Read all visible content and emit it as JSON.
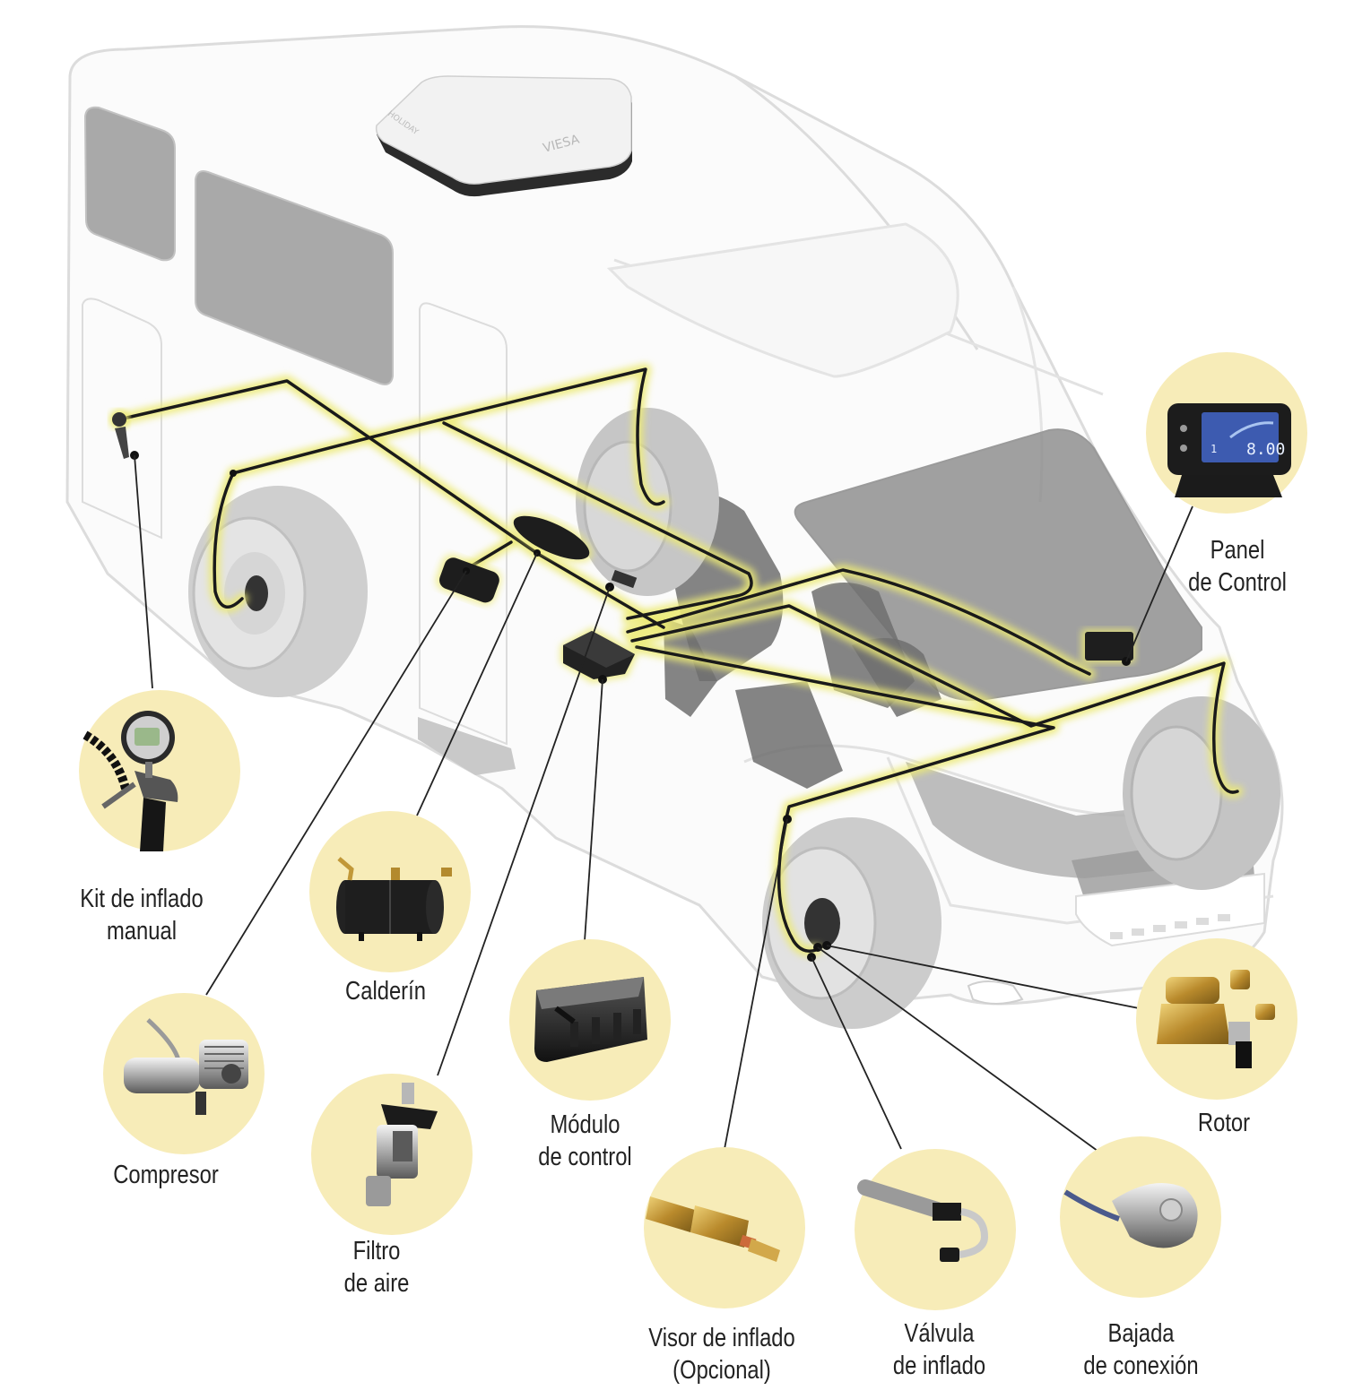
{
  "diagram": {
    "brand_text": "VIESA",
    "unit_text": "HOLIDAY",
    "display_value": "8.00",
    "display_small": "1",
    "colors": {
      "circle_fill": "#f7ecb8",
      "highlight": "#ecea74",
      "tube": "#1a1a1a",
      "van_outline": "#d7d7d7",
      "glass": "#9c9c9c",
      "label": "#222222"
    },
    "components": [
      {
        "id": "kit",
        "lines": [
          "Kit de inflado",
          "manual"
        ],
        "icon": "tire-inflator-gauge-icon"
      },
      {
        "id": "calderin",
        "lines": [
          "Calderín"
        ],
        "icon": "air-tank-icon"
      },
      {
        "id": "compresor",
        "lines": [
          "Compresor"
        ],
        "icon": "compressor-icon"
      },
      {
        "id": "filtro",
        "lines": [
          "Filtro",
          "de aire"
        ],
        "icon": "air-filter-icon"
      },
      {
        "id": "modulo",
        "lines": [
          "Módulo",
          "de control"
        ],
        "icon": "control-module-icon"
      },
      {
        "id": "panel",
        "lines": [
          "Panel",
          "de Control"
        ],
        "icon": "control-panel-display-icon"
      },
      {
        "id": "rotor",
        "lines": [
          "Rotor"
        ],
        "icon": "rotor-icon"
      },
      {
        "id": "visor",
        "lines": [
          "Visor de inflado",
          "(Opcional)"
        ],
        "icon": "inflation-viewer-icon"
      },
      {
        "id": "valvula",
        "lines": [
          "Válvula",
          "de inflado"
        ],
        "icon": "inflation-valve-icon"
      },
      {
        "id": "bajada",
        "lines": [
          "Bajada",
          "de conexión"
        ],
        "icon": "connection-drop-icon"
      }
    ]
  }
}
